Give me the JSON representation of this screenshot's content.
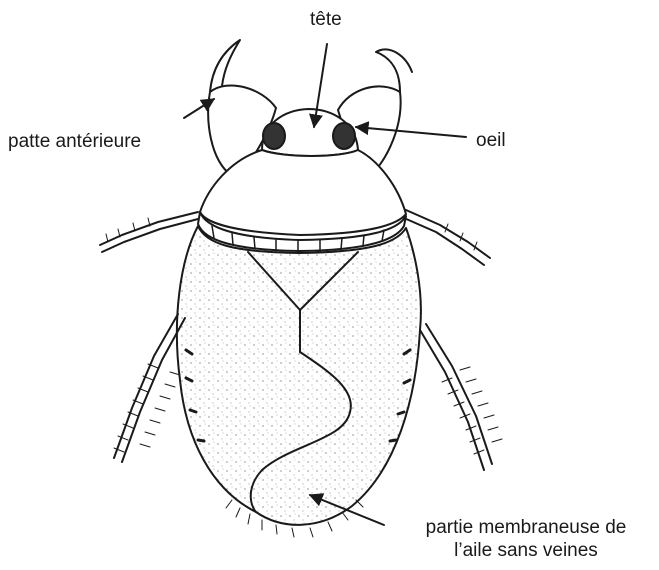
{
  "labels": {
    "head": "tête",
    "front_leg": "patte antérieure",
    "eye": "oeil",
    "wing_membrane_line1": "partie membraneuse de",
    "wing_membrane_line2": "l’aile sans veines"
  },
  "colors": {
    "ink": "#1a1a1a",
    "background": "#ffffff"
  }
}
